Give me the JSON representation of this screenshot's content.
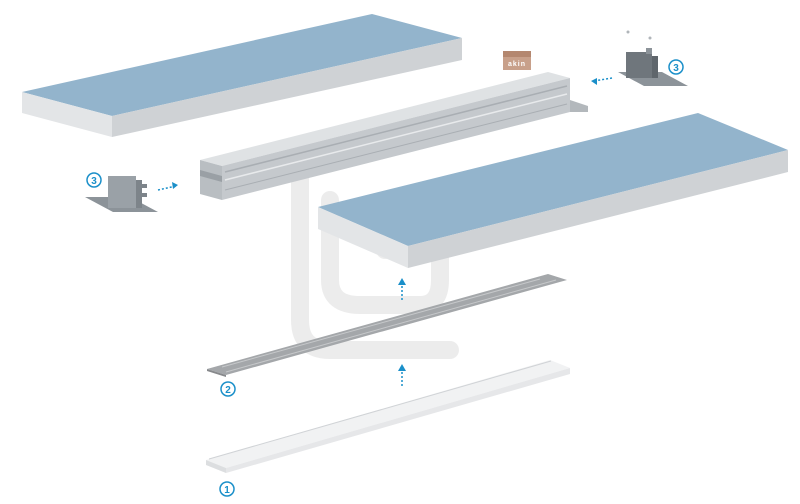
{
  "diagram": {
    "callouts": {
      "one": "1",
      "two": "2",
      "three_left": "3",
      "three_right": "3"
    },
    "brand_logo": {
      "text": "akin"
    },
    "colors": {
      "panel_top": "#93b4cc",
      "panel_side": "#d6d8db",
      "profile": "#c5c9cd",
      "callout": "#1a8fc9",
      "arrow": "#1a8fc9",
      "bracket": "#8c9399",
      "diffuser": "#f1f2f3",
      "tape": "#a4a7aa"
    },
    "icons": [
      "plaster-panel",
      "aluminium-profile",
      "end-cap",
      "led-strip",
      "diffuser-cover",
      "arrow-up",
      "arrow-right",
      "arrow-left"
    ]
  }
}
